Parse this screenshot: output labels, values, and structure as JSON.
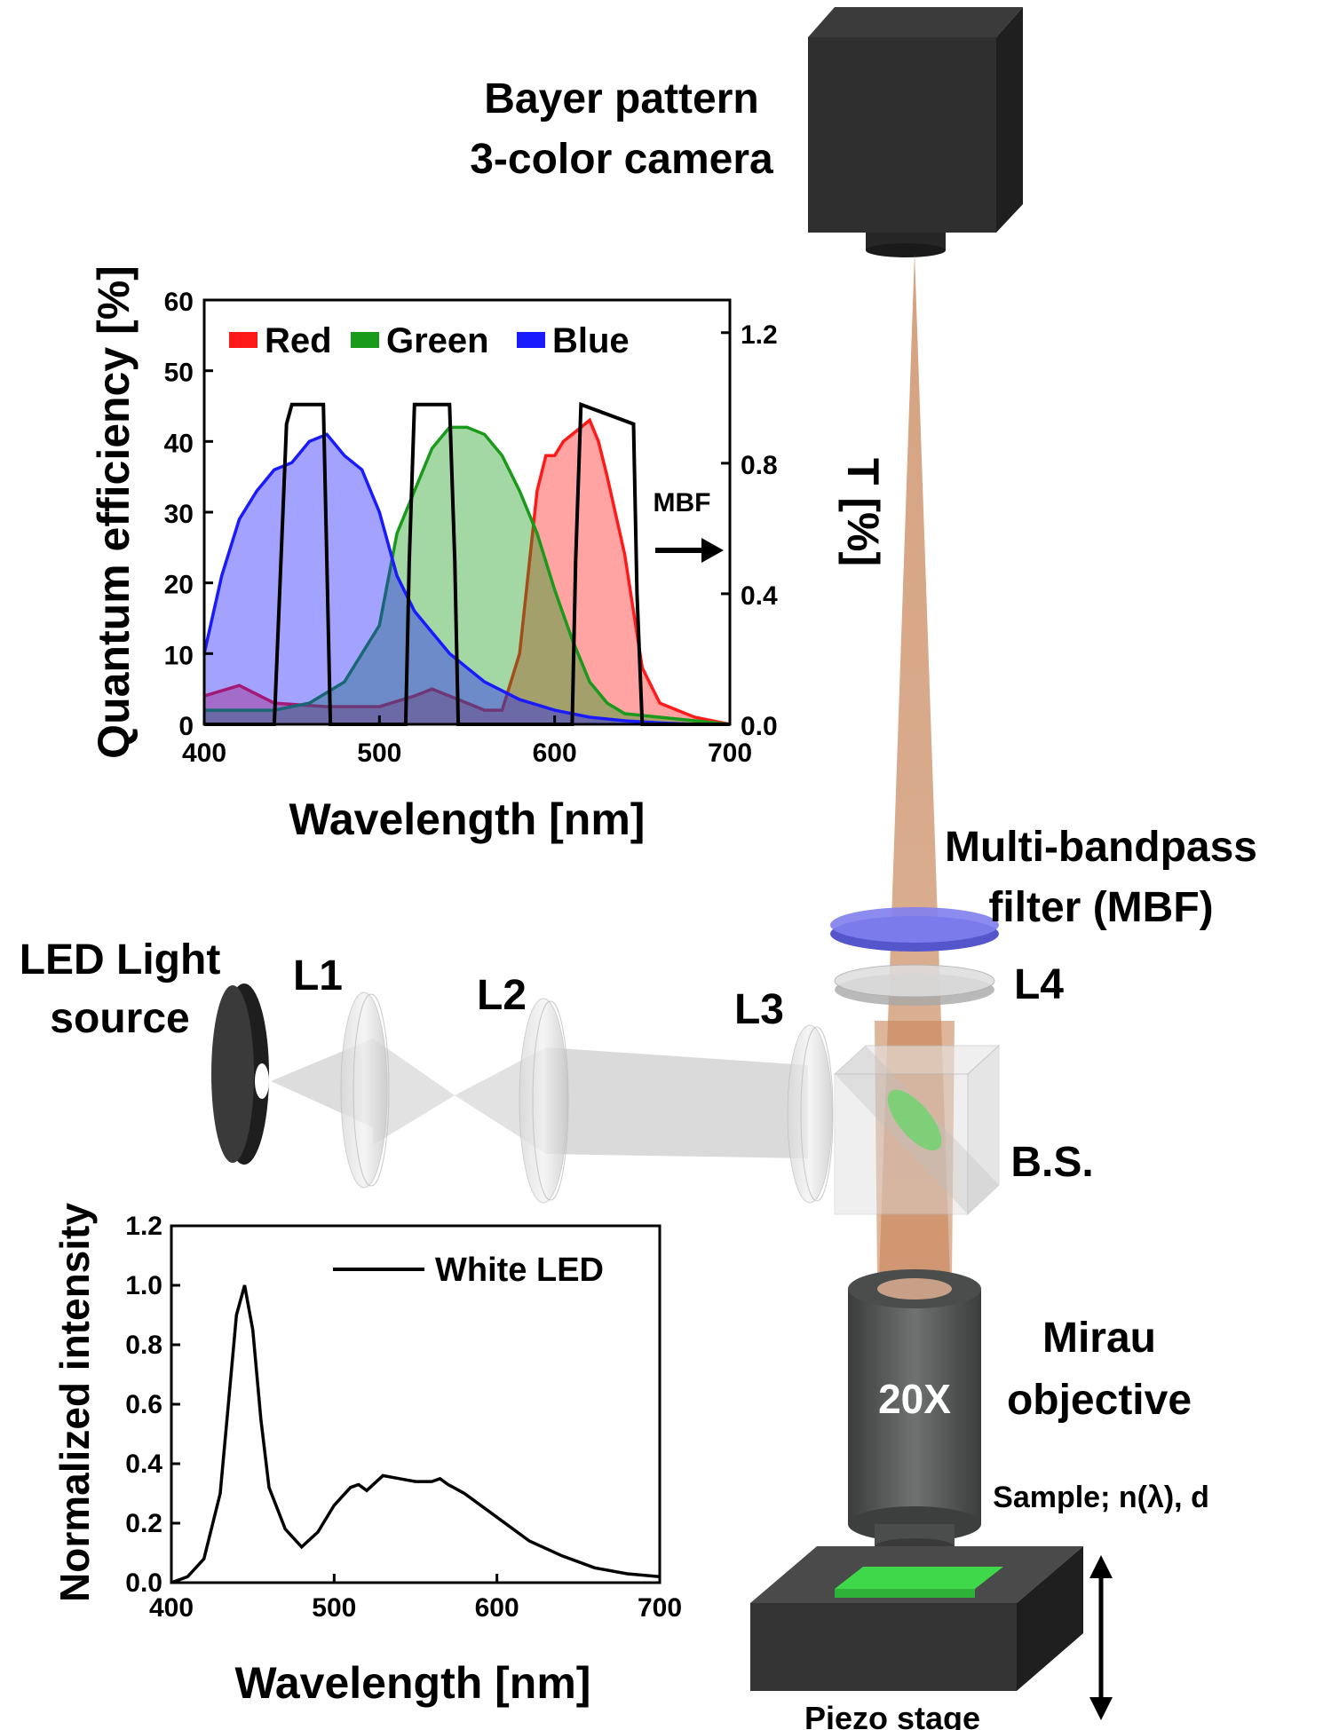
{
  "labels": {
    "camera_line1": "Bayer pattern",
    "camera_line2": "3-color camera",
    "mbf_line1": "Multi-bandpass",
    "mbf_line2": "filter (MBF)",
    "l4": "L4",
    "led_line1": "LED Light",
    "led_line2": "source",
    "l1": "L1",
    "l2": "L2",
    "l3": "L3",
    "bs": "B.S.",
    "mirau_line1": "Mirau",
    "mirau_line2": "objective",
    "objective_mag": "20X",
    "sample": "Sample; n(λ), d",
    "piezo": "Piezo stage"
  },
  "colors": {
    "red": "#ff1a1a",
    "green": "#1a9a1a",
    "blue": "#1a1aff",
    "beam": "#c8865a",
    "mbf_filter": "#6f6fe0",
    "sample": "#3fd84a",
    "camera": "#2f2f2f"
  },
  "chart_data": [
    {
      "type": "area",
      "xlabel": "Wavelength [nm]",
      "ylabel": "Quantum efficiency [%]",
      "y2label": "T [%]",
      "xlim": [
        400,
        700
      ],
      "ylim": [
        0,
        60
      ],
      "y2lim": [
        0,
        1.3
      ],
      "xticks": [
        400,
        500,
        600,
        700
      ],
      "yticks": [
        0,
        10,
        20,
        30,
        40,
        50,
        60
      ],
      "y2ticks": [
        "0.0",
        "0.4",
        "0.8",
        "1.2"
      ],
      "legend": "top",
      "annotation": "MBF",
      "series": [
        {
          "name": "Red",
          "color": "#ff1a1a",
          "x": [
            400,
            420,
            440,
            470,
            500,
            520,
            530,
            540,
            550,
            560,
            570,
            580,
            590,
            595,
            600,
            605,
            610,
            615,
            620,
            625,
            630,
            640,
            650,
            660,
            670,
            680,
            690,
            700
          ],
          "y": [
            4,
            5.5,
            3,
            2.5,
            2.5,
            4,
            5,
            4,
            3,
            2,
            2,
            10,
            33,
            38,
            38,
            40,
            41,
            42,
            43,
            40,
            35,
            24,
            8,
            3,
            2,
            1,
            0.5,
            0
          ]
        },
        {
          "name": "Green",
          "color": "#1a9a1a",
          "x": [
            400,
            440,
            460,
            480,
            500,
            510,
            520,
            530,
            540,
            550,
            560,
            570,
            580,
            590,
            600,
            610,
            620,
            630,
            640,
            660,
            680,
            700
          ],
          "y": [
            2,
            2,
            3,
            6,
            14,
            27,
            33,
            39,
            42,
            42,
            41,
            38,
            33,
            27,
            19,
            12,
            6,
            3,
            1.5,
            1,
            0.5,
            0
          ]
        },
        {
          "name": "Blue",
          "color": "#1a1aff",
          "x": [
            400,
            410,
            420,
            430,
            440,
            450,
            460,
            470,
            480,
            490,
            500,
            510,
            520,
            530,
            540,
            550,
            560,
            580,
            600,
            620,
            640,
            660,
            680,
            700
          ],
          "y": [
            10,
            21,
            29,
            33,
            36,
            37,
            40,
            41,
            38,
            36,
            30,
            21,
            16,
            13,
            10,
            8,
            6,
            3.5,
            2,
            1,
            0.5,
            0.2,
            0,
            0
          ]
        },
        {
          "name": "MBF",
          "axis": "right",
          "color": "#000000",
          "x": [
            400,
            440,
            443,
            447,
            450,
            468,
            470,
            472,
            515,
            517,
            520,
            540,
            543,
            545,
            610,
            612,
            615,
            645,
            647,
            650,
            700
          ],
          "y": [
            0,
            0,
            0.4,
            0.92,
            0.98,
            0.98,
            0.5,
            0,
            0,
            0.5,
            0.98,
            0.98,
            0.5,
            0,
            0,
            0.5,
            0.98,
            0.92,
            0.4,
            0,
            0
          ]
        }
      ]
    },
    {
      "type": "line",
      "xlabel": "Wavelength [nm]",
      "ylabel": "Normalized intensity",
      "xlim": [
        400,
        700
      ],
      "ylim": [
        0,
        1.2
      ],
      "xticks": [
        400,
        500,
        600,
        700
      ],
      "yticks": [
        "0.0",
        "0.2",
        "0.4",
        "0.6",
        "0.8",
        "1.0",
        "1.2"
      ],
      "legend": "top-right",
      "series": [
        {
          "name": "White LED",
          "color": "#000000",
          "x": [
            400,
            410,
            420,
            430,
            435,
            440,
            445,
            450,
            455,
            460,
            470,
            480,
            490,
            500,
            510,
            515,
            520,
            530,
            540,
            550,
            560,
            565,
            570,
            580,
            600,
            620,
            640,
            660,
            680,
            700
          ],
          "y": [
            0,
            0.02,
            0.08,
            0.3,
            0.6,
            0.9,
            1.0,
            0.85,
            0.55,
            0.32,
            0.18,
            0.12,
            0.17,
            0.26,
            0.32,
            0.33,
            0.31,
            0.36,
            0.35,
            0.34,
            0.34,
            0.35,
            0.33,
            0.3,
            0.22,
            0.14,
            0.09,
            0.05,
            0.03,
            0.02
          ]
        }
      ]
    }
  ]
}
